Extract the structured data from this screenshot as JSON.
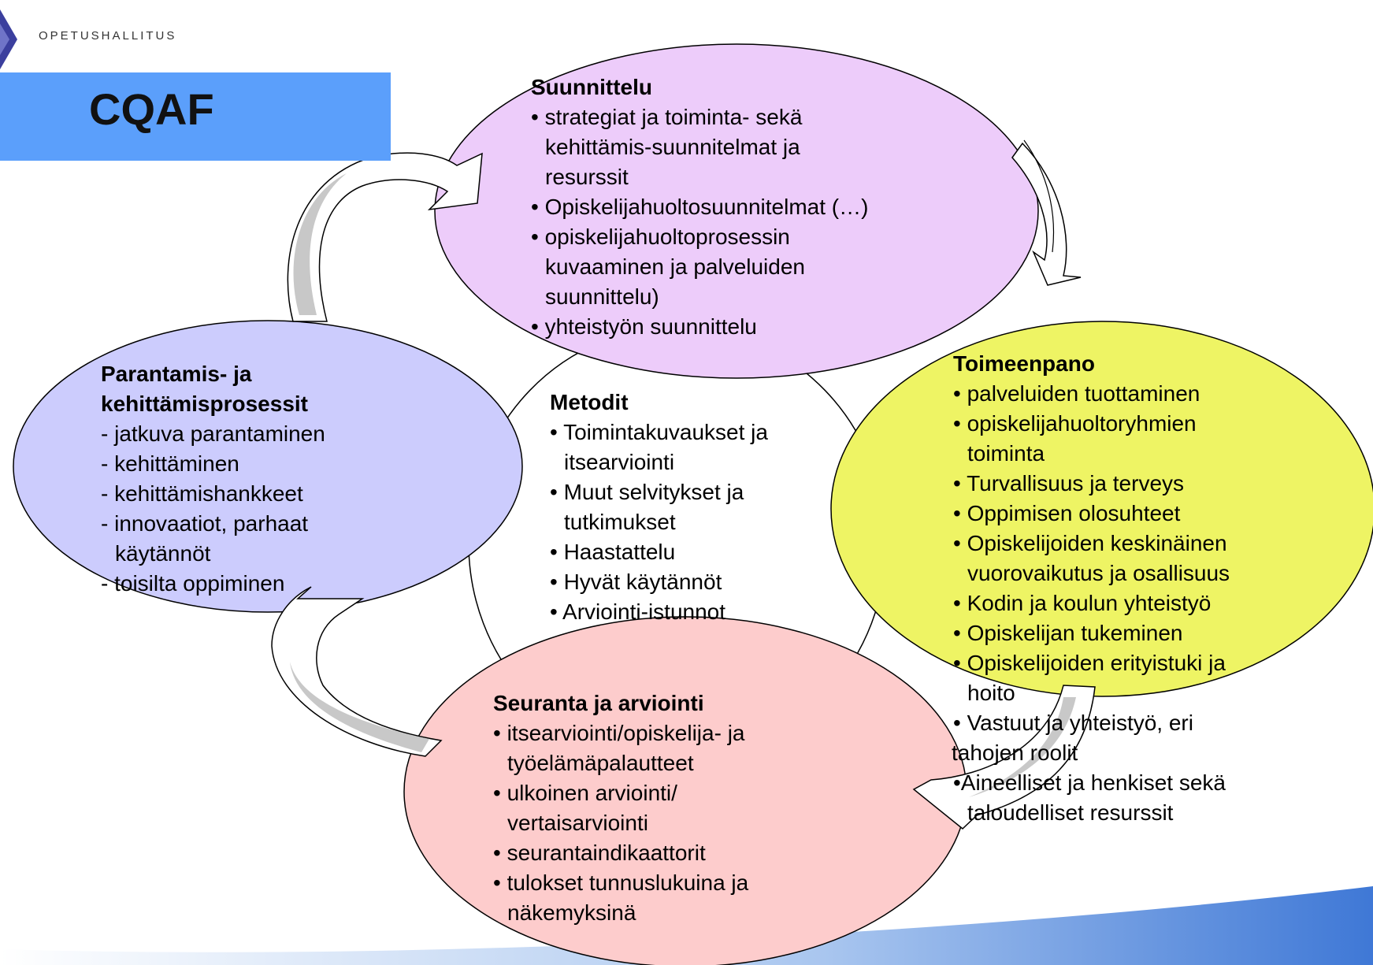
{
  "header": {
    "org": "OPETUSHALLITUS"
  },
  "title": "CQAF",
  "colors": {
    "title_box": "#5b9ffb",
    "suunnittelu": "#edccfa",
    "toimeenpano": "#eef464",
    "parantaminen": "#ccccfd",
    "seuranta": "#fdcccc",
    "metodit": "#ffffff",
    "arrow": "#c8c8c8"
  },
  "suunnittelu": {
    "heading": "Suunnittelu",
    "lines": [
      "• strategiat ja toiminta- sekä",
      "kehittämis-suunnitelmat ja",
      "resurssit",
      "• Opiskelijahuoltosuunnitelmat (…)",
      "• opiskelijahuoltoprosessin",
      "kuvaaminen ja palveluiden",
      "suunnittelu)",
      "• yhteistyön suunnittelu"
    ]
  },
  "parantaminen": {
    "heading_1": "Parantamis- ja",
    "heading_2": "kehittämisprosessit",
    "lines": [
      "- jatkuva parantaminen",
      "- kehittäminen",
      "- kehittämishankkeet",
      "- innovaatiot, parhaat",
      "käytännöt",
      "- toisilta oppiminen"
    ]
  },
  "metodit": {
    "heading": "Metodit",
    "lines": [
      "• Toimintakuvaukset ja",
      "itsearviointi",
      "• Muut selvitykset ja",
      "tutkimukset",
      "• Haastattelu",
      "• Hyvät käytännöt",
      "•  Arviointi-istunnot"
    ]
  },
  "toimeenpano": {
    "heading": "Toimeenpano",
    "lines": [
      "• palveluiden tuottaminen",
      "• opiskelijahuoltoryhmien",
      "toiminta",
      "• Turvallisuus ja terveys",
      "• Oppimisen olosuhteet",
      "•  Opiskelijoiden keskinäinen",
      "vuorovaikutus ja osallisuus",
      "•  Kodin ja koulun yhteistyö",
      "•  Opiskelijan tukeminen",
      "•  Opiskelijoiden erityistuki ja",
      "hoito",
      "• Vastuut ja yhteistyö, eri",
      "tahojen roolit",
      "•Aineelliset ja henkiset sekä",
      "taloudelliset resurssit"
    ]
  },
  "seuranta": {
    "heading": "Seuranta ja arviointi",
    "lines": [
      "• itsearviointi/opiskelija- ja",
      "työelämäpalautteet",
      "• ulkoinen arviointi/",
      "vertaisarviointi",
      "• seurantaindikaattorit",
      "• tulokset tunnuslukuina ja",
      "näkemyksinä"
    ]
  }
}
